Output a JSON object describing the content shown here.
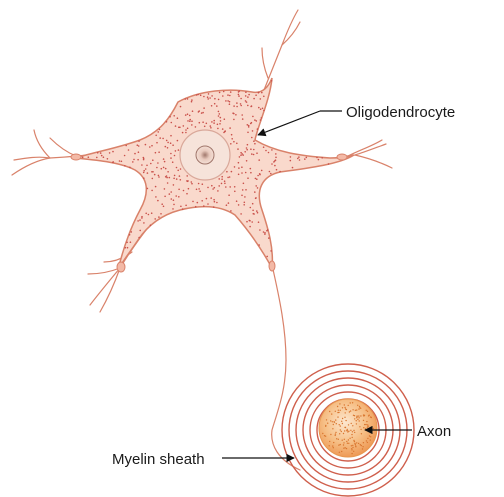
{
  "labels": {
    "oligodendrocyte": "Oligodendrocyte",
    "axon": "Axon",
    "myelin_sheath": "Myelin sheath"
  },
  "colors": {
    "cell_fill": "#f9d9cc",
    "cell_stroke": "#d9826a",
    "dots": "#c9504a",
    "axon_fill": "#f2a86a",
    "myelin_rings": "#cf5f4c",
    "pointer": "#111111"
  }
}
